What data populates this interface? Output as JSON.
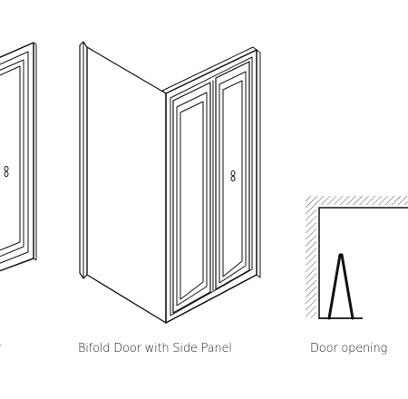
{
  "captions": {
    "left_partial": "r",
    "bifold": "Bifold Door with Side Panel",
    "opening": "Door opening"
  },
  "colors": {
    "line": "#111111",
    "hatch": "#555555",
    "background": "#ffffff"
  }
}
